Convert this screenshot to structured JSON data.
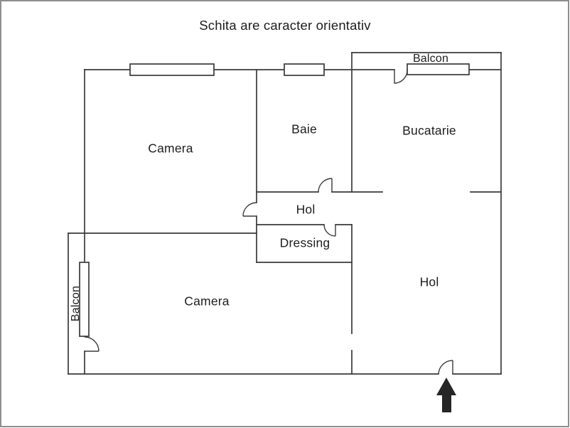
{
  "title": "Schita are caracter orientativ",
  "rooms": {
    "camera_top": "Camera",
    "baie": "Baie",
    "bucatarie": "Bucatarie",
    "balcon_top": "Balcon",
    "hol_mid": "Hol",
    "dressing": "Dressing",
    "camera_bottom": "Camera",
    "hol_right": "Hol",
    "balcon_left": "Balcon"
  },
  "icons": {
    "entrance_arrow": "arrow-up"
  },
  "colors": {
    "wall": "#3a3a3a",
    "border": "#8e8e8e",
    "arrow": "#262626",
    "text": "#1d1d1d",
    "background": "#ffffff"
  }
}
